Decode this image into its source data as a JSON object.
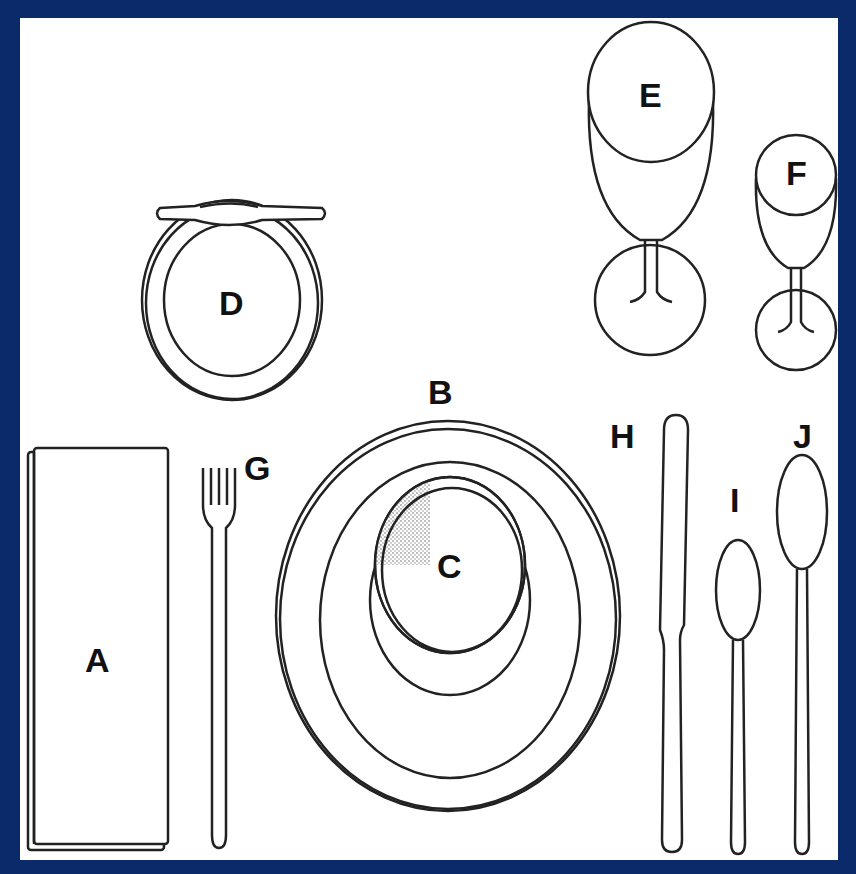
{
  "diagram": {
    "labels": [
      "E",
      "F",
      "D",
      "B",
      "H",
      "J",
      "G",
      "I",
      "C",
      "A"
    ]
  }
}
